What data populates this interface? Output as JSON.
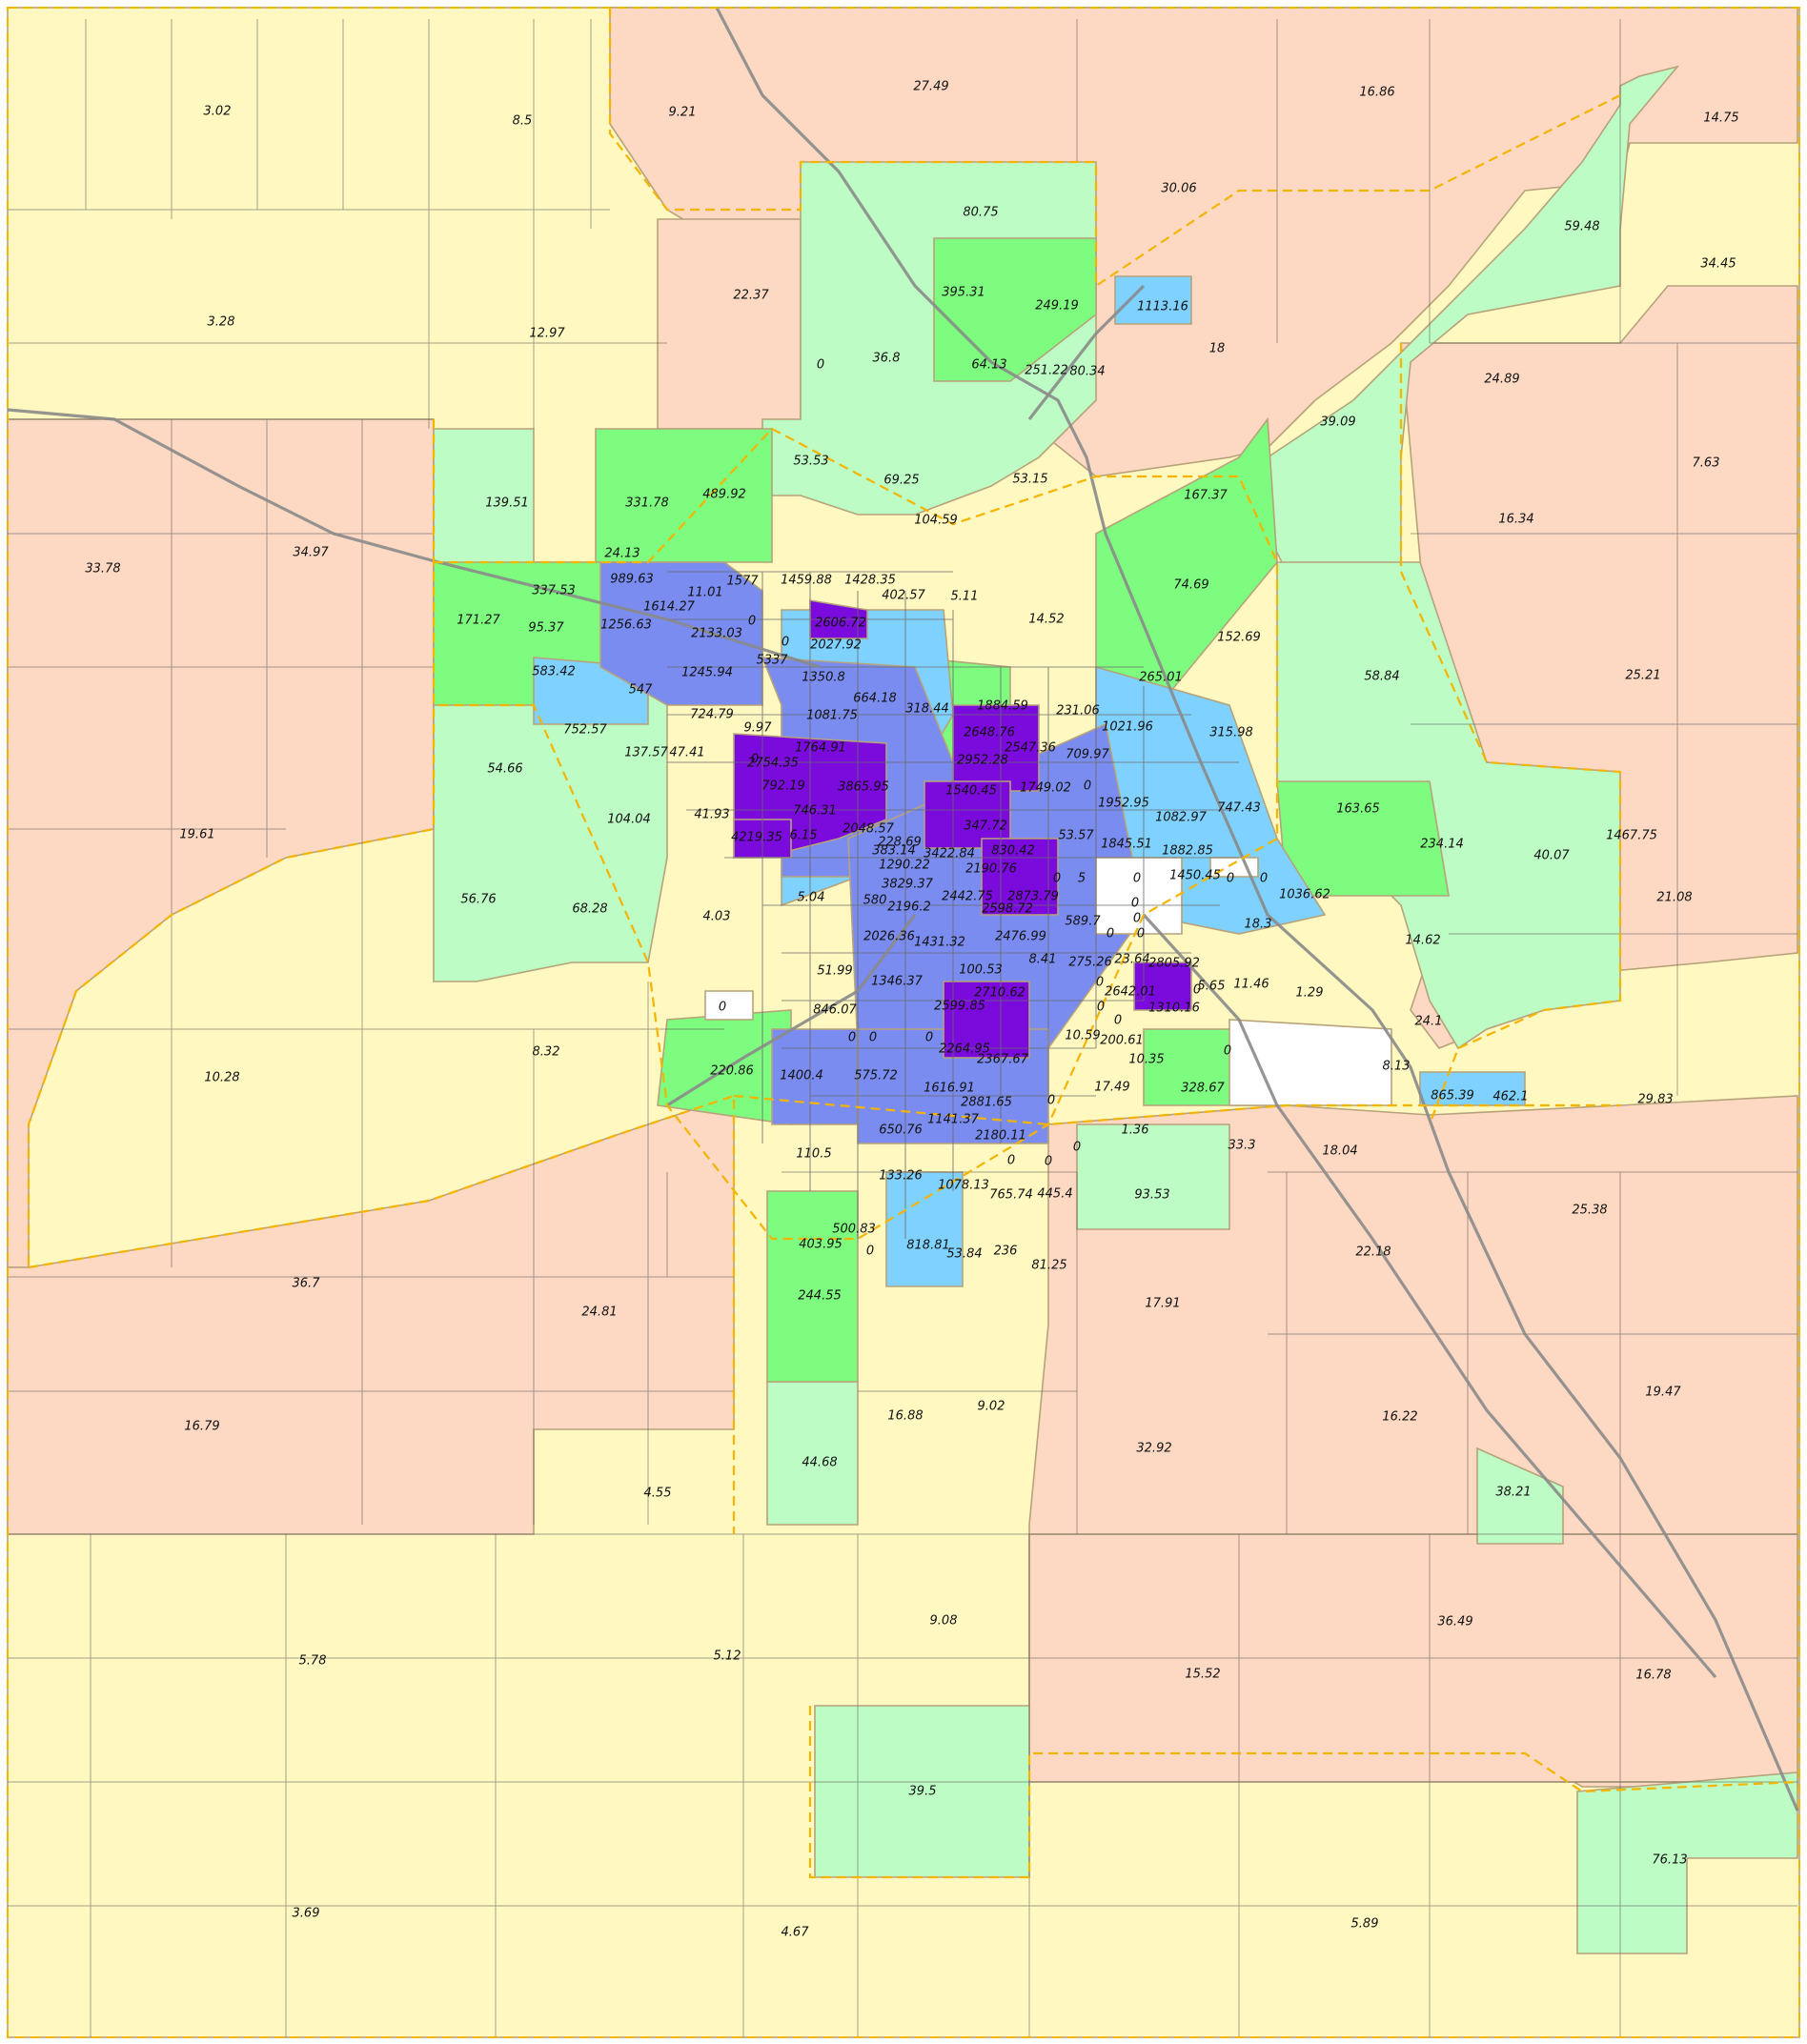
{
  "map": {
    "colors": {
      "very_low": "#fff8c0",
      "low": "#fdd9c4",
      "medium_low": "#bdfcc4",
      "medium": "#7dfc7f",
      "medium_high": "#7fd2ff",
      "high": "#7a8cf0",
      "very_high": "#7a0bdc",
      "none": "#ffffff",
      "boundary": "#f4b400",
      "road": "#6b6b6b"
    },
    "labels": [
      {
        "id": "l1",
        "text": "3.02"
      },
      {
        "id": "l2",
        "text": "8.5"
      },
      {
        "id": "l3",
        "text": "9.21"
      },
      {
        "id": "l4",
        "text": "27.49"
      },
      {
        "id": "l5",
        "text": "16.86"
      },
      {
        "id": "l6",
        "text": "14.75"
      },
      {
        "id": "l7",
        "text": "30.06"
      },
      {
        "id": "l8",
        "text": "80.75"
      },
      {
        "id": "l9",
        "text": "59.48"
      },
      {
        "id": "l10",
        "text": "34.45"
      },
      {
        "id": "l11",
        "text": "3.28"
      },
      {
        "id": "l12",
        "text": "22.37"
      },
      {
        "id": "l13",
        "text": "395.31"
      },
      {
        "id": "l14",
        "text": "249.19"
      },
      {
        "id": "l15",
        "text": "1113.16"
      },
      {
        "id": "l16",
        "text": "12.97"
      },
      {
        "id": "l17",
        "text": "0"
      },
      {
        "id": "l18",
        "text": "36.8"
      },
      {
        "id": "l19",
        "text": "64.13"
      },
      {
        "id": "l20",
        "text": "251.22"
      },
      {
        "id": "l21",
        "text": "80.34"
      },
      {
        "id": "l22",
        "text": "18"
      },
      {
        "id": "l23",
        "text": "24.89"
      },
      {
        "id": "l24",
        "text": "39.09"
      },
      {
        "id": "l25",
        "text": "7.63"
      },
      {
        "id": "l26",
        "text": "139.51"
      },
      {
        "id": "l27",
        "text": "331.78"
      },
      {
        "id": "l28",
        "text": "489.92"
      },
      {
        "id": "l29",
        "text": "53.53"
      },
      {
        "id": "l30",
        "text": "69.25"
      },
      {
        "id": "l31",
        "text": "53.15"
      },
      {
        "id": "l32",
        "text": "167.37"
      },
      {
        "id": "l33",
        "text": "16.34"
      },
      {
        "id": "l34",
        "text": "33.78"
      },
      {
        "id": "l35",
        "text": "34.97"
      },
      {
        "id": "l36",
        "text": "24.13"
      },
      {
        "id": "l37",
        "text": "104.59"
      },
      {
        "id": "l38",
        "text": "989.63"
      },
      {
        "id": "l39",
        "text": "1577"
      },
      {
        "id": "l40",
        "text": "1459.88"
      },
      {
        "id": "l41",
        "text": "1428.35"
      },
      {
        "id": "l42",
        "text": "74.69"
      },
      {
        "id": "l43",
        "text": "337.53"
      },
      {
        "id": "l44",
        "text": "1614.27"
      },
      {
        "id": "l45",
        "text": "11.01"
      },
      {
        "id": "l46",
        "text": "402.57"
      },
      {
        "id": "l47",
        "text": "5.11"
      },
      {
        "id": "l48",
        "text": "14.52"
      },
      {
        "id": "l49",
        "text": "152.69"
      },
      {
        "id": "l50",
        "text": "171.27"
      },
      {
        "id": "l51",
        "text": "95.37"
      },
      {
        "id": "l52",
        "text": "1256.63"
      },
      {
        "id": "l53",
        "text": "0"
      },
      {
        "id": "l54",
        "text": "2606.72"
      },
      {
        "id": "l55",
        "text": "2133.03"
      },
      {
        "id": "l56",
        "text": "0"
      },
      {
        "id": "l57",
        "text": "2027.92"
      },
      {
        "id": "l58",
        "text": "25.21"
      },
      {
        "id": "l59",
        "text": "583.42"
      },
      {
        "id": "l60",
        "text": "5337"
      },
      {
        "id": "l61",
        "text": "1245.94"
      },
      {
        "id": "l62",
        "text": "1350.8"
      },
      {
        "id": "l63",
        "text": "265.01"
      },
      {
        "id": "l64",
        "text": "58.84"
      },
      {
        "id": "l65",
        "text": "547"
      },
      {
        "id": "l66",
        "text": "664.18"
      },
      {
        "id": "l67",
        "text": "318.44"
      },
      {
        "id": "l68",
        "text": "1884.59"
      },
      {
        "id": "l69",
        "text": "231.06"
      },
      {
        "id": "l70",
        "text": "1021.96"
      },
      {
        "id": "l71",
        "text": "752.57"
      },
      {
        "id": "l72",
        "text": "724.79"
      },
      {
        "id": "l73",
        "text": "1081.75"
      },
      {
        "id": "l74",
        "text": "2648.76"
      },
      {
        "id": "l75",
        "text": "315.98"
      },
      {
        "id": "l76",
        "text": "137.57"
      },
      {
        "id": "l77",
        "text": "47.41"
      },
      {
        "id": "l78",
        "text": "9.97"
      },
      {
        "id": "l79",
        "text": "1764.91"
      },
      {
        "id": "l80",
        "text": "2547.36"
      },
      {
        "id": "l81",
        "text": "709.97"
      },
      {
        "id": "l82",
        "text": "54.66"
      },
      {
        "id": "l83",
        "text": "2754.35"
      },
      {
        "id": "l84",
        "text": "2952.28"
      },
      {
        "id": "l85",
        "text": "0"
      },
      {
        "id": "l86",
        "text": "792.19"
      },
      {
        "id": "l87",
        "text": "3865.95"
      },
      {
        "id": "l88",
        "text": "1540.45"
      },
      {
        "id": "l89",
        "text": "1749.02"
      },
      {
        "id": "l90",
        "text": "1952.95"
      },
      {
        "id": "l91",
        "text": "747.43"
      },
      {
        "id": "l92",
        "text": "163.65"
      },
      {
        "id": "l93",
        "text": "19.61"
      },
      {
        "id": "l94",
        "text": "104.04"
      },
      {
        "id": "l95",
        "text": "41.93"
      },
      {
        "id": "l96",
        "text": "746.31"
      },
      {
        "id": "l97",
        "text": "0"
      },
      {
        "id": "l98",
        "text": "1082.97"
      },
      {
        "id": "l99",
        "text": "1467.75"
      },
      {
        "id": "l100",
        "text": "4219.35"
      },
      {
        "id": "l101",
        "text": "6.15"
      },
      {
        "id": "l102",
        "text": "2048.57"
      },
      {
        "id": "l103",
        "text": "347.72"
      },
      {
        "id": "l104",
        "text": "53.57"
      },
      {
        "id": "l105",
        "text": "1845.51"
      },
      {
        "id": "l106",
        "text": "1882.85"
      },
      {
        "id": "l107",
        "text": "228.69"
      },
      {
        "id": "l108",
        "text": "3422.84"
      },
      {
        "id": "l109",
        "text": "830.42"
      },
      {
        "id": "l110",
        "text": "234.14"
      },
      {
        "id": "l111",
        "text": "40.07"
      },
      {
        "id": "l112",
        "text": "383.14"
      },
      {
        "id": "l113",
        "text": "1290.22"
      },
      {
        "id": "l114",
        "text": "2190.76"
      },
      {
        "id": "l115",
        "text": "1450.45"
      },
      {
        "id": "l116",
        "text": "0"
      },
      {
        "id": "l117",
        "text": "0"
      },
      {
        "id": "l118",
        "text": "1036.62"
      },
      {
        "id": "l119",
        "text": "21.08"
      },
      {
        "id": "l120",
        "text": "56.76"
      },
      {
        "id": "l121",
        "text": "68.28"
      },
      {
        "id": "l122",
        "text": "4.03"
      },
      {
        "id": "l123",
        "text": "5.04"
      },
      {
        "id": "l124",
        "text": "3829.37"
      },
      {
        "id": "l125",
        "text": "0"
      },
      {
        "id": "l126",
        "text": "5"
      },
      {
        "id": "l127",
        "text": "0"
      },
      {
        "id": "l128",
        "text": "580"
      },
      {
        "id": "l129",
        "text": "2196.2"
      },
      {
        "id": "l130",
        "text": "2442.75"
      },
      {
        "id": "l131",
        "text": "2873.79"
      },
      {
        "id": "l132",
        "text": "0"
      },
      {
        "id": "l133",
        "text": "18.3"
      },
      {
        "id": "l134",
        "text": "14.62"
      },
      {
        "id": "l135",
        "text": "2598.72"
      },
      {
        "id": "l136",
        "text": "589.7"
      },
      {
        "id": "l137",
        "text": "0"
      },
      {
        "id": "l138",
        "text": "2026.36"
      },
      {
        "id": "l139",
        "text": "1431.32"
      },
      {
        "id": "l140",
        "text": "2476.99"
      },
      {
        "id": "l141",
        "text": "0"
      },
      {
        "id": "l142",
        "text": "0"
      },
      {
        "id": "l143",
        "text": "8.41"
      },
      {
        "id": "l144",
        "text": "275.26"
      },
      {
        "id": "l145",
        "text": "23.64"
      },
      {
        "id": "l146",
        "text": "2805.92"
      },
      {
        "id": "l147",
        "text": "11.46"
      },
      {
        "id": "l148",
        "text": "51.99"
      },
      {
        "id": "l149",
        "text": "100.53"
      },
      {
        "id": "l150",
        "text": "1346.37"
      },
      {
        "id": "l151",
        "text": "0"
      },
      {
        "id": "l152",
        "text": "5.65"
      },
      {
        "id": "l153",
        "text": "1.29"
      },
      {
        "id": "l154",
        "text": "0"
      },
      {
        "id": "l155",
        "text": "846.07"
      },
      {
        "id": "l156",
        "text": "2710.62"
      },
      {
        "id": "l157",
        "text": "0"
      },
      {
        "id": "l158",
        "text": "2642.01"
      },
      {
        "id": "l159",
        "text": "1310.16"
      },
      {
        "id": "l160",
        "text": "24.1"
      },
      {
        "id": "l161",
        "text": "2599.85"
      },
      {
        "id": "l162",
        "text": "0"
      },
      {
        "id": "l163",
        "text": "8.32"
      },
      {
        "id": "l164",
        "text": "0"
      },
      {
        "id": "l165",
        "text": "0"
      },
      {
        "id": "l166",
        "text": "0"
      },
      {
        "id": "l167",
        "text": "10.59"
      },
      {
        "id": "l168",
        "text": "200.61"
      },
      {
        "id": "l169",
        "text": "0"
      },
      {
        "id": "l170",
        "text": "2264.95"
      },
      {
        "id": "l171",
        "text": "10.35"
      },
      {
        "id": "l172",
        "text": "0"
      },
      {
        "id": "l173",
        "text": "10.28"
      },
      {
        "id": "l174",
        "text": "220.86"
      },
      {
        "id": "l175",
        "text": "1400.4"
      },
      {
        "id": "l176",
        "text": "575.72"
      },
      {
        "id": "l177",
        "text": "2367.67"
      },
      {
        "id": "l178",
        "text": "8.13"
      },
      {
        "id": "l179",
        "text": "1616.91"
      },
      {
        "id": "l180",
        "text": "17.49"
      },
      {
        "id": "l181",
        "text": "328.67"
      },
      {
        "id": "l182",
        "text": "865.39"
      },
      {
        "id": "l183",
        "text": "462.1"
      },
      {
        "id": "l184",
        "text": "29.83"
      },
      {
        "id": "l185",
        "text": "2881.65"
      },
      {
        "id": "l186",
        "text": "0"
      },
      {
        "id": "l187",
        "text": "1141.37"
      },
      {
        "id": "l188",
        "text": "1.36"
      },
      {
        "id": "l189",
        "text": "650.76"
      },
      {
        "id": "l190",
        "text": "2180.11"
      },
      {
        "id": "l191",
        "text": "0"
      },
      {
        "id": "l192",
        "text": "33.3"
      },
      {
        "id": "l193",
        "text": "18.04"
      },
      {
        "id": "l194",
        "text": "110.5"
      },
      {
        "id": "l195",
        "text": "0"
      },
      {
        "id": "l196",
        "text": "0"
      },
      {
        "id": "l197",
        "text": "133.26"
      },
      {
        "id": "l198",
        "text": "1078.13"
      },
      {
        "id": "l199",
        "text": "765.74"
      },
      {
        "id": "l200",
        "text": "445.4"
      },
      {
        "id": "l201",
        "text": "93.53"
      },
      {
        "id": "l202",
        "text": "25.38"
      },
      {
        "id": "l203",
        "text": "500.83"
      },
      {
        "id": "l204",
        "text": "403.95"
      },
      {
        "id": "l205",
        "text": "818.81"
      },
      {
        "id": "l206",
        "text": "0"
      },
      {
        "id": "l207",
        "text": "53.84"
      },
      {
        "id": "l208",
        "text": "236"
      },
      {
        "id": "l209",
        "text": "22.18"
      },
      {
        "id": "l210",
        "text": "81.25"
      },
      {
        "id": "l211",
        "text": "36.7"
      },
      {
        "id": "l212",
        "text": "24.81"
      },
      {
        "id": "l213",
        "text": "244.55"
      },
      {
        "id": "l214",
        "text": "17.91"
      },
      {
        "id": "l215",
        "text": "16.88"
      },
      {
        "id": "l216",
        "text": "9.02"
      },
      {
        "id": "l217",
        "text": "16.22"
      },
      {
        "id": "l218",
        "text": "19.47"
      },
      {
        "id": "l219",
        "text": "16.79"
      },
      {
        "id": "l220",
        "text": "32.92"
      },
      {
        "id": "l221",
        "text": "44.68"
      },
      {
        "id": "l222",
        "text": "4.55"
      },
      {
        "id": "l223",
        "text": "38.21"
      },
      {
        "id": "l224",
        "text": "9.08"
      },
      {
        "id": "l225",
        "text": "36.49"
      },
      {
        "id": "l226",
        "text": "5.78"
      },
      {
        "id": "l227",
        "text": "5.12"
      },
      {
        "id": "l228",
        "text": "15.52"
      },
      {
        "id": "l229",
        "text": "16.78"
      },
      {
        "id": "l230",
        "text": "39.5"
      },
      {
        "id": "l231",
        "text": "76.13"
      },
      {
        "id": "l232",
        "text": "3.69"
      },
      {
        "id": "l233",
        "text": "4.67"
      },
      {
        "id": "l234",
        "text": "5.89"
      }
    ]
  }
}
